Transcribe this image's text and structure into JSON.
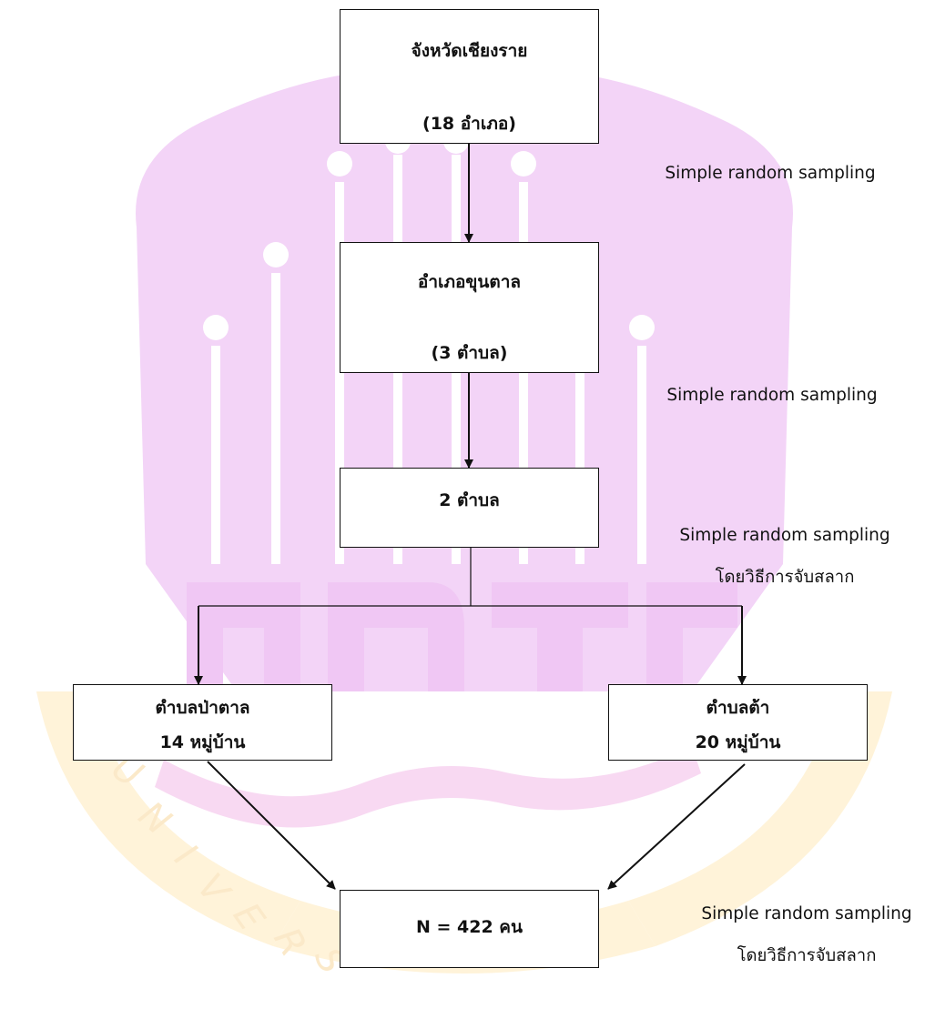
{
  "boxes": {
    "province": {
      "line1": "จังหวัดเชียงราย",
      "line2": "(18 อำเภอ)"
    },
    "district": {
      "line1": "อำเภอขุนตาล",
      "line2": "(3 ตำบล)"
    },
    "subdistricts": {
      "line1": "2 ตำบล"
    },
    "pa_tan": {
      "line1": "ตำบลป่าตาล",
      "line2": "14 หมู่บ้าน"
    },
    "ta": {
      "line1": "ตำบลต้า",
      "line2": "20 หมู่บ้าน"
    },
    "sample": {
      "line1": "N = 422 คน"
    }
  },
  "notes": {
    "note1": {
      "line1": "Simple random sampling"
    },
    "note2": {
      "line1": "Simple random sampling"
    },
    "note3": {
      "line1": "Simple random sampling",
      "line2": "โดยวิธีการจับสลาก"
    },
    "note4": {
      "line1": "Simple random sampling",
      "line2": "โดยวิธีการจับสลาก"
    }
  },
  "colors": {
    "watermark_purple": "#f3d4f7",
    "watermark_gold": "#fff3d9",
    "line": "#111111"
  }
}
